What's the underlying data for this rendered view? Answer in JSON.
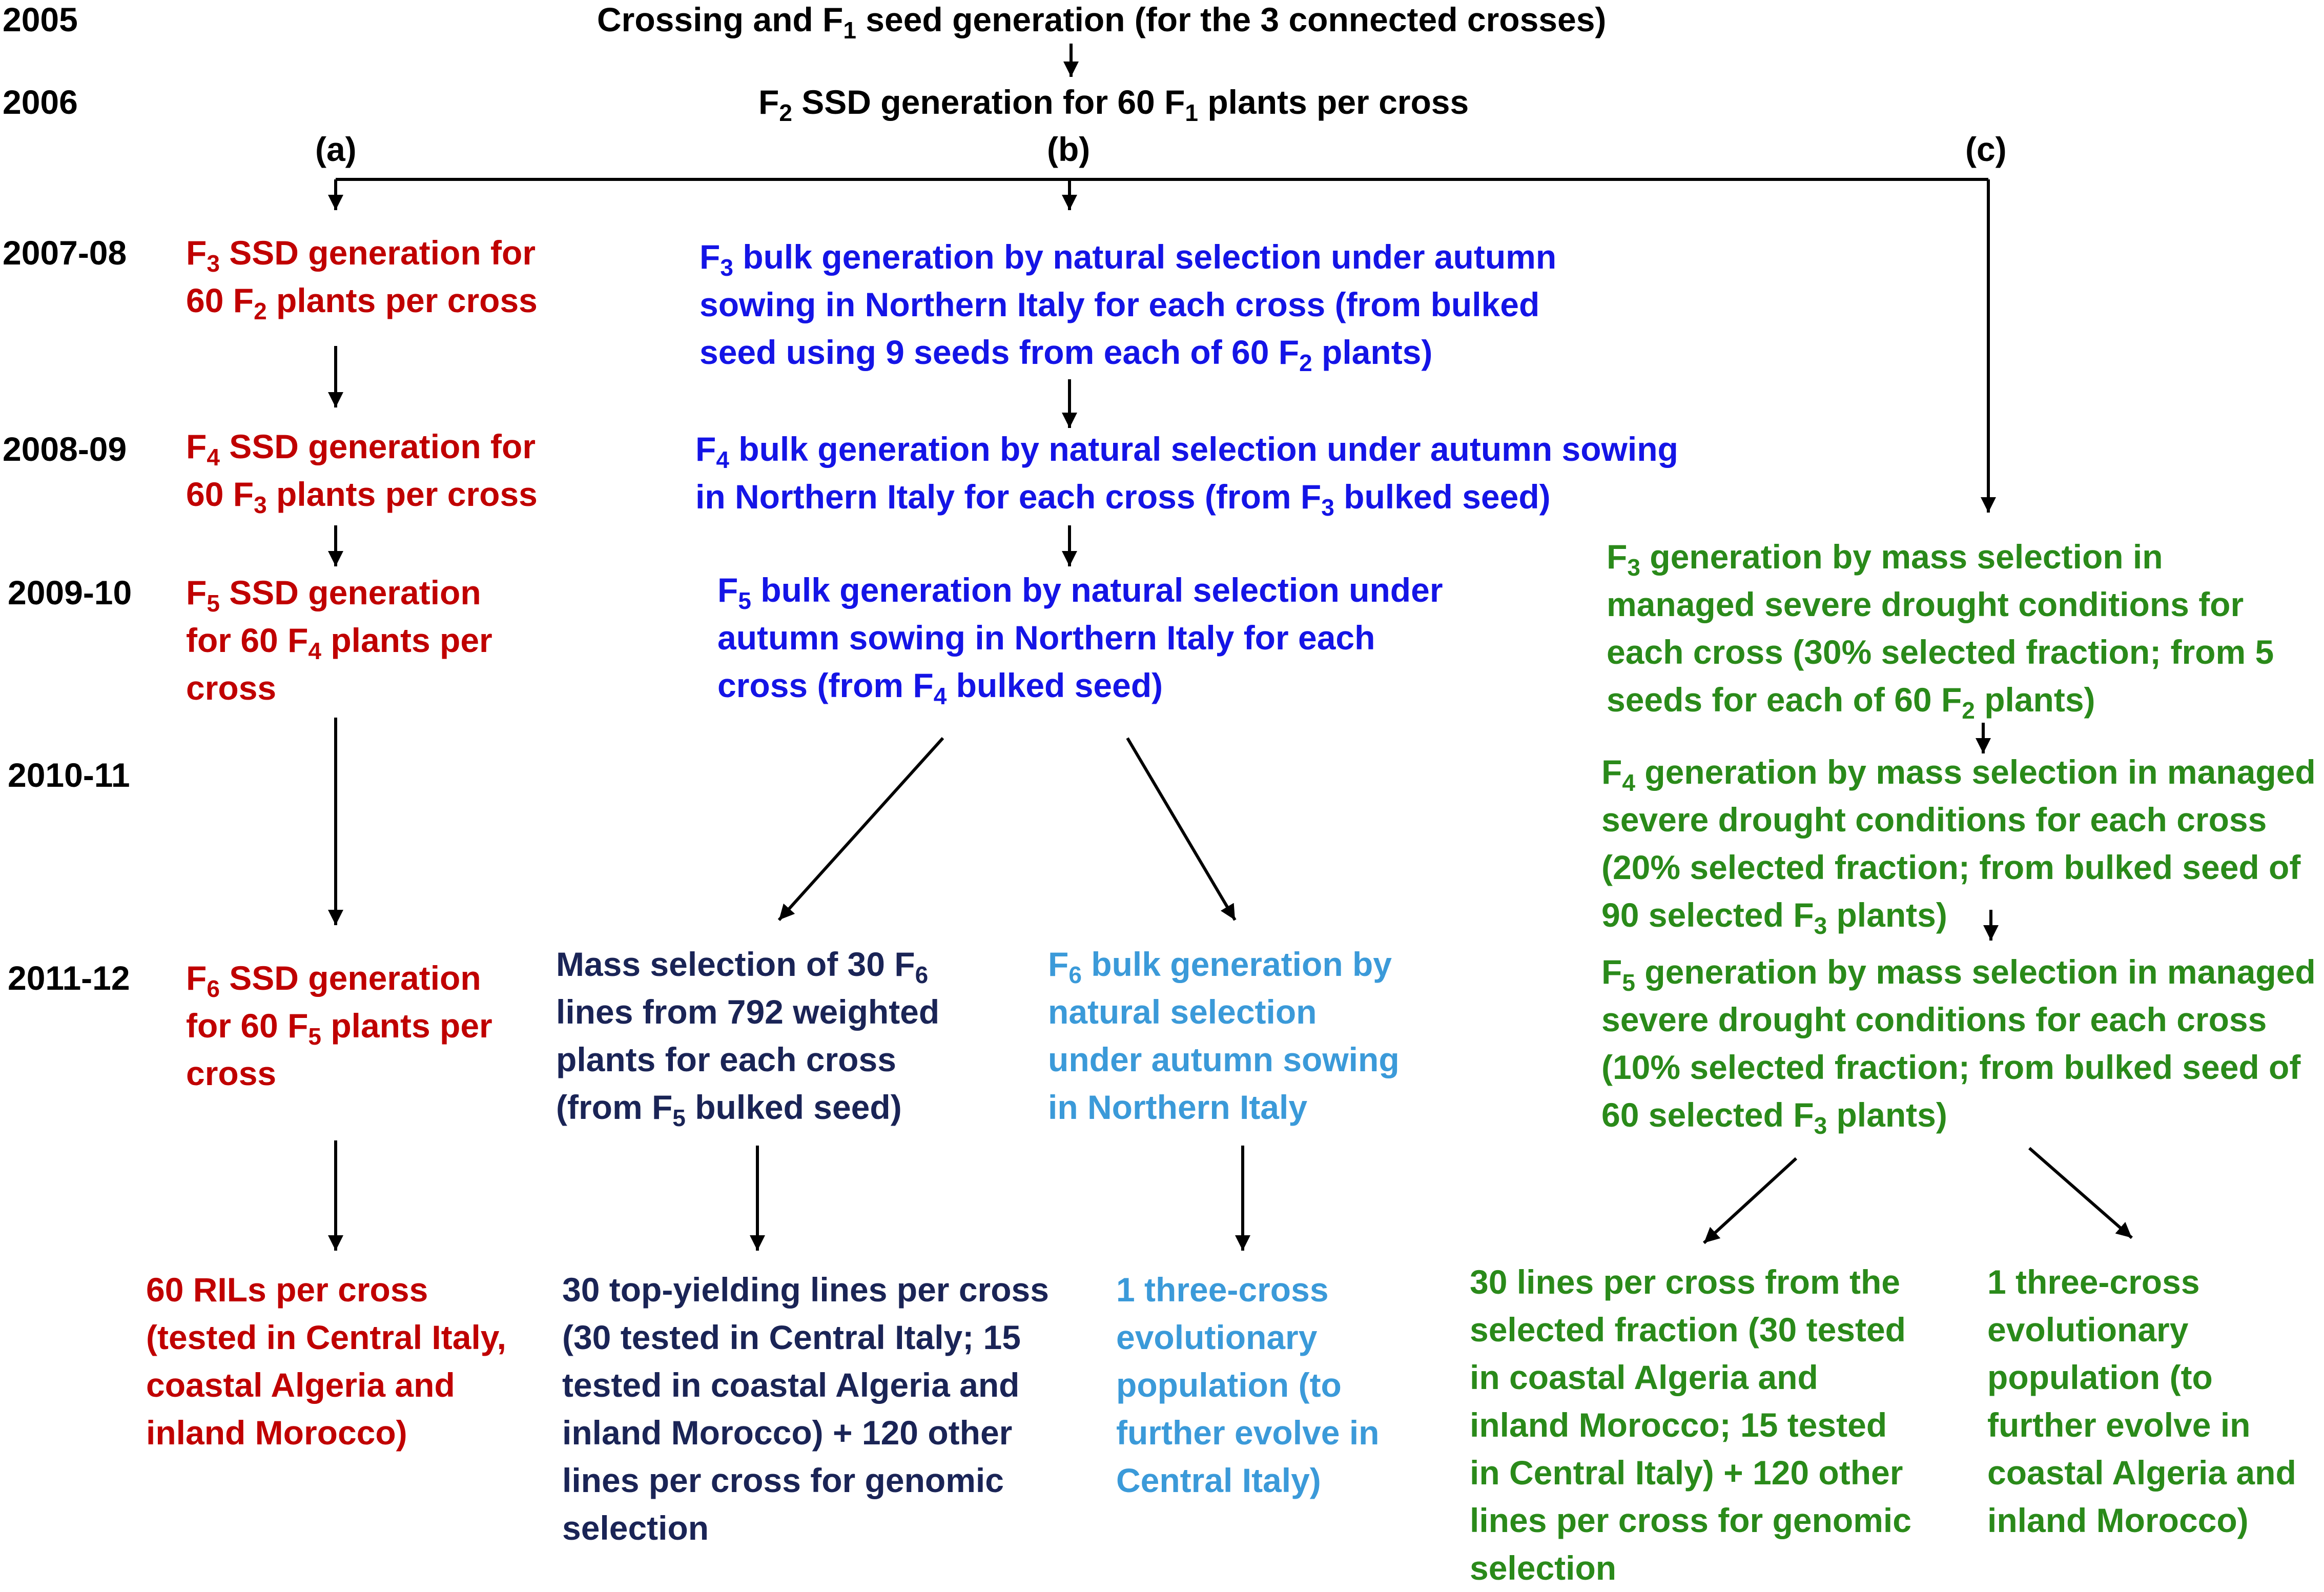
{
  "colors": {
    "branch_a": "#c00000",
    "branch_b": "#1414e6",
    "branch_b_mass": "#1a2456",
    "branch_b_bulk": "#3b9ad9",
    "branch_c": "#2a8a1a",
    "arrows": "#000000"
  },
  "years": [
    "2005",
    "2006",
    "2007-08",
    "2008-09",
    "2009-10",
    "2010-11",
    "2011-12"
  ],
  "header": {
    "crossing": [
      [
        "Crossing and F",
        "1",
        " seed generation (for the 3 connected crosses)"
      ]
    ],
    "f2_ssd": [
      [
        "F",
        "2",
        " SSD generation for 60 F",
        "1",
        " plants per cross"
      ]
    ]
  },
  "branch_labels": [
    "(a)",
    "(b)",
    "(c)"
  ],
  "branch_a": {
    "f3": [
      [
        "F",
        "3",
        " SSD generation   for"
      ],
      [
        "60 F",
        "2",
        " plants per cross"
      ]
    ],
    "f4": [
      [
        "F",
        "4",
        " SSD generation for"
      ],
      [
        "60 F",
        "3",
        " plants per cross"
      ]
    ],
    "f5": [
      [
        "F",
        "5",
        " SSD generation"
      ],
      [
        "for 60 F",
        "4",
        " plants per"
      ],
      [
        "cross"
      ]
    ],
    "f6": [
      [
        "F",
        "6",
        " SSD generation"
      ],
      [
        "for 60 F",
        "5",
        " plants per"
      ],
      [
        "cross"
      ]
    ],
    "result": [
      [
        "60 RILs per cross"
      ],
      [
        "(tested in Central Italy,"
      ],
      [
        "coastal Algeria and"
      ],
      [
        "inland Morocco)"
      ]
    ]
  },
  "branch_b": {
    "f3": [
      [
        "F",
        "3",
        " bulk generation by natural selection under autumn"
      ],
      [
        "sowing in Northern Italy for each cross (from bulked"
      ],
      [
        "seed using 9 seeds from each of 60 F",
        "2",
        " plants)"
      ]
    ],
    "f4": [
      [
        "F",
        "4",
        " bulk generation by natural selection under autumn sowing"
      ],
      [
        "in Northern Italy for each cross (from F",
        "3",
        " bulked seed)"
      ]
    ],
    "f5": [
      [
        "F",
        "5",
        " bulk generation by natural selection under"
      ],
      [
        "autumn sowing in Northern Italy for each"
      ],
      [
        "cross (from F",
        "4",
        " bulked seed)"
      ]
    ],
    "mass": [
      [
        "Mass selection of 30 F",
        "6"
      ],
      [
        "lines from 792 weighted"
      ],
      [
        "plants for each cross"
      ],
      [
        "(from F",
        "5",
        " bulked seed)"
      ]
    ],
    "bulk": [
      [
        "F",
        "6",
        " bulk generation by"
      ],
      [
        "natural selection"
      ],
      [
        "under autumn sowing"
      ],
      [
        "in Northern Italy"
      ]
    ],
    "mass_result": [
      [
        "30 top-yielding lines per cross"
      ],
      [
        "(30 tested in Central Italy; 15"
      ],
      [
        "tested in coastal Algeria and"
      ],
      [
        "inland Morocco) + 120 other"
      ],
      [
        "lines per cross for genomic"
      ],
      [
        "selection"
      ]
    ],
    "bulk_result": [
      [
        "1 three-cross"
      ],
      [
        "evolutionary"
      ],
      [
        "population (to"
      ],
      [
        "further evolve in"
      ],
      [
        "Central Italy)"
      ]
    ]
  },
  "branch_c": {
    "f3": [
      [
        "F",
        "3",
        " generation by mass selection in"
      ],
      [
        "managed severe drought conditions for"
      ],
      [
        "each cross (30% selected fraction; from 5"
      ],
      [
        "seeds for each of 60 F",
        "2",
        " plants)"
      ]
    ],
    "f4": [
      [
        "F",
        "4",
        " generation by mass selection in managed"
      ],
      [
        "severe drought conditions for each cross"
      ],
      [
        "(20% selected fraction; from bulked seed of"
      ],
      [
        "90 selected F",
        "3",
        " plants)"
      ]
    ],
    "f5": [
      [
        "F",
        "5",
        " generation by mass selection in managed"
      ],
      [
        "severe drought conditions for each cross"
      ],
      [
        "(10% selected fraction; from bulked seed of"
      ],
      [
        "60 selected F",
        "3",
        " plants)"
      ]
    ],
    "lines_result": [
      [
        "30 lines per cross from the"
      ],
      [
        "selected fraction (30 tested"
      ],
      [
        "in coastal Algeria and"
      ],
      [
        "inland Morocco; 15 tested"
      ],
      [
        "in Central Italy) + 120 other"
      ],
      [
        "lines per cross for genomic"
      ],
      [
        "selection"
      ]
    ],
    "pop_result": [
      [
        "1 three-cross"
      ],
      [
        "evolutionary"
      ],
      [
        "population (to"
      ],
      [
        "further evolve in"
      ],
      [
        "coastal Algeria and"
      ],
      [
        "inland Morocco)"
      ]
    ]
  }
}
